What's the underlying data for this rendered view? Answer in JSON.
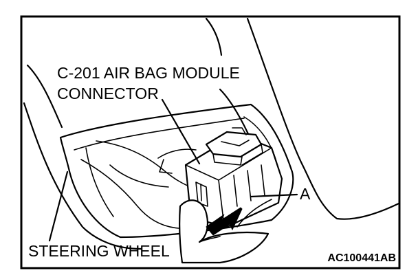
{
  "labels": {
    "connector_line1": "C-201 AIR BAG MODULE",
    "connector_line2": "CONNECTOR",
    "callout_a": "A",
    "steering_wheel": "STEERING WHEEL",
    "figure_code": "AC100441AB"
  }
}
